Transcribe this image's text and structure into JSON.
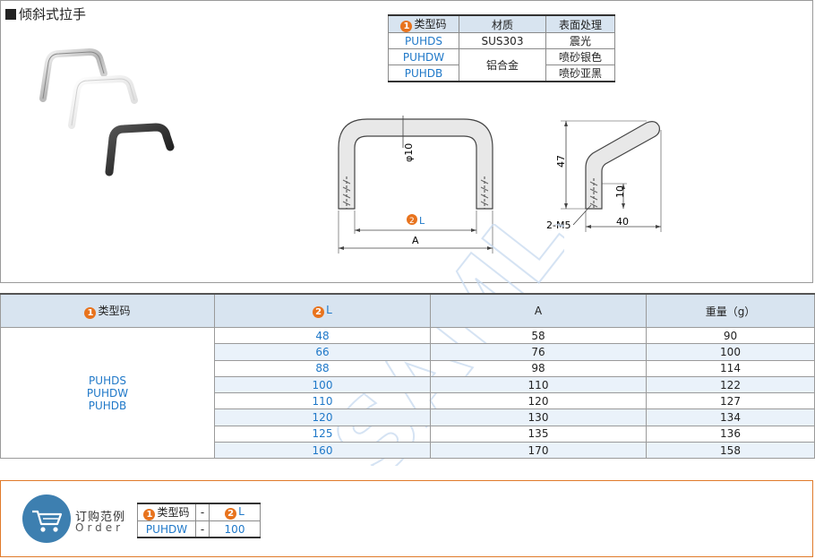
{
  "title": "倾斜式拉手",
  "material_table": {
    "headers": {
      "num": "1",
      "code": "类型码",
      "material": "材质",
      "surface": "表面处理"
    },
    "rows": [
      {
        "code": "PUHDS",
        "material": "SUS303",
        "surface": "震光"
      },
      {
        "code": "PUHDW",
        "material": "铝合金",
        "surface": "喷砂银色"
      },
      {
        "code": "PUHDB",
        "surface": "喷砂亚黑"
      }
    ]
  },
  "drawing": {
    "dia": "φ10",
    "l_num": "2",
    "l_label": "L",
    "a_label": "A",
    "h47": "47",
    "h10": "10",
    "w40": "40",
    "m5": "2-M5"
  },
  "spec_table": {
    "headers": {
      "code_num": "1",
      "code": "类型码",
      "l_num": "2",
      "l": "L",
      "a": "A",
      "weight": "重量（g）"
    },
    "codes": [
      "PUHDS",
      "PUHDW",
      "PUHDB"
    ],
    "rows": [
      {
        "l": "48",
        "a": "58",
        "w": "90"
      },
      {
        "l": "66",
        "a": "76",
        "w": "100"
      },
      {
        "l": "88",
        "a": "98",
        "w": "114"
      },
      {
        "l": "100",
        "a": "110",
        "w": "122"
      },
      {
        "l": "110",
        "a": "120",
        "w": "127"
      },
      {
        "l": "120",
        "a": "130",
        "w": "134"
      },
      {
        "l": "125",
        "a": "135",
        "w": "136"
      },
      {
        "l": "160",
        "a": "170",
        "w": "158"
      }
    ]
  },
  "order": {
    "title": "订购范例",
    "sub": "Order",
    "num1": "1",
    "code_label": "类型码",
    "dash1": "-",
    "num2": "2",
    "l_label": "L",
    "code_val": "PUHDW",
    "dash2": "-",
    "l_val": "100"
  },
  "watermark": "SAMLO",
  "colors": {
    "accent": "#e8731d",
    "blue": "#1f78c8",
    "header_bg": "#d8e4f0"
  }
}
